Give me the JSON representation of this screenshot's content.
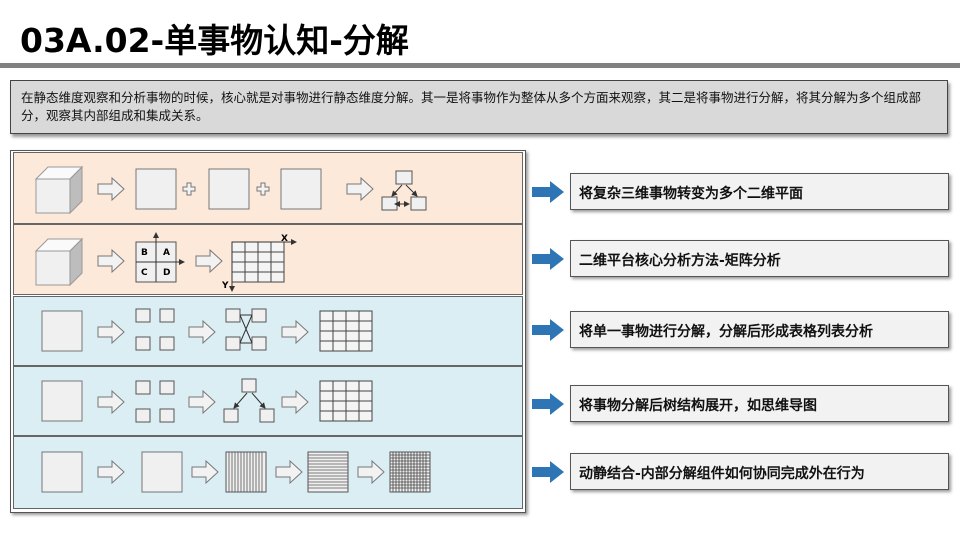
{
  "title": "03A.02-单事物认知-分解",
  "description": "在静态维度观察和分析事物的时候，核心就是对事物进行静态维度分解。其一是将事物作为整体从多个方面来观察，其二是将事物进行分解，将其分解为多个组成部分，观察其内部组成和集成关系。",
  "rows": [
    {
      "label": "将复杂三维事物转变为多个二维平面"
    },
    {
      "label": "二维平台核心分析方法-矩阵分析",
      "quadrants": [
        "B",
        "A",
        "C",
        "D"
      ],
      "axes": [
        "X",
        "Y"
      ]
    },
    {
      "label": "将单一事物进行分解，分解后形成表格列表分析"
    },
    {
      "label": "将事物分解后树结构展开，如思维导图"
    },
    {
      "label": "动静结合-内部分解组件如何协同完成外在行为"
    }
  ],
  "colors": {
    "peach": "#fde9d9",
    "blue": "#daeef3",
    "arrow": "#2e75b6"
  }
}
